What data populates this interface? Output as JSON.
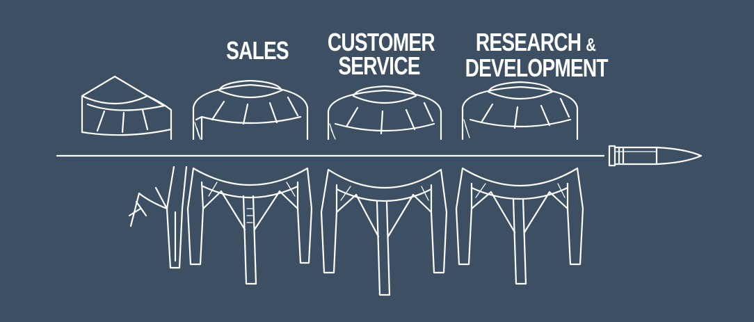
{
  "labels": {
    "sales": "SALES",
    "customer_service_line1": "CUSTOMER",
    "customer_service_line2": "SERVICE",
    "rnd_line1": "RESEARCH",
    "rnd_amp": "&",
    "rnd_line2": "DEVELOPMENT"
  },
  "colors": {
    "background": "#3d5063",
    "line": "#ffffff"
  }
}
